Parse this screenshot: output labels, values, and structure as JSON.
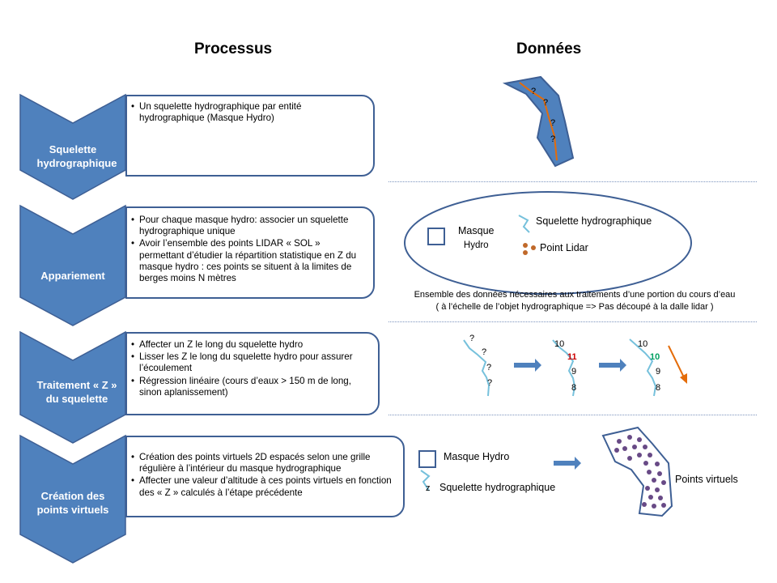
{
  "headers": {
    "process": "Processus",
    "data": "Données"
  },
  "steps": [
    {
      "label": [
        "Squelette",
        "hydrographique"
      ],
      "bullets": [
        "Un squelette hydrographique par entité hydrographique (Masque Hydro)"
      ]
    },
    {
      "label": [
        "Appariement"
      ],
      "bullets": [
        "Pour chaque masque hydro: associer un squelette hydrographique unique",
        "Avoir l’ensemble des points LIDAR « SOL » permettant d’étudier la répartition statistique en Z du masque hydro : ces points se situent à la limites de berges moins N mètres"
      ]
    },
    {
      "label": [
        "Traitement « Z »",
        "du squelette"
      ],
      "bullets": [
        "Affecter un Z le long du squelette hydro",
        "Lisser les Z le long du squelette hydro pour assurer l’écoulement",
        "Régression linéaire (cours d’eaux > 150 m de long, sinon aplanissement)"
      ]
    },
    {
      "label": [
        "Création des",
        "points virtuels"
      ],
      "bullets": [
        "Création des points virtuels 2D espacés selon une grille régulière à l’intérieur du masque hydrographique",
        "Affecter une valeur d’altitude à ces points virtuels en fonction des « Z » calculés à l’étape précédente"
      ]
    }
  ],
  "legend": {
    "masque_hydro": [
      "Masque",
      "Hydro"
    ],
    "squelette": "Squelette hydrographique",
    "point_lidar": "Point Lidar",
    "caption": [
      "Ensemble des données nécessaires aux traitements d’une portion du cours d’eau",
      "( à l’échelle de l’objet hydrographique => Pas découpé à la dalle lidar )"
    ]
  },
  "treatment": {
    "unknown_mark": "?",
    "raw_values": [
      "10",
      "11",
      "9",
      "8"
    ],
    "smoothed_values": [
      "10",
      "10",
      "9",
      "8"
    ]
  },
  "virtual": {
    "masque_hydro": "Masque  Hydro",
    "squelette": "Squelette hydrographique",
    "z_mark": "z",
    "points_virtuels": "Points virtuels"
  },
  "colors": {
    "step_fill": "#4f81bd",
    "step_border": "#3e5f94",
    "skeleton": "#e46c0a",
    "lidar": "#c0692a",
    "line_blue": "#76c1dc",
    "red_value": "#cc0000",
    "green_value": "#00a060",
    "virtual_points": "#684a86"
  }
}
